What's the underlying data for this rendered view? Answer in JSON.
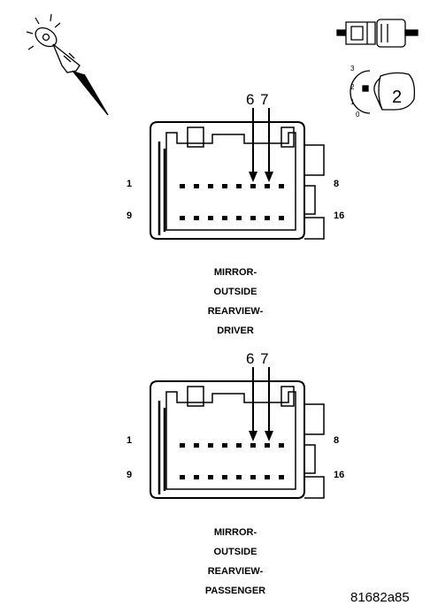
{
  "connector_driver": {
    "caption_lines": [
      "MIRROR-",
      "OUTSIDE",
      "REARVIEW-",
      "DRIVER"
    ],
    "arrow_pins": "6 7",
    "pin_labels": {
      "top_left": "1",
      "top_right": "8",
      "bottom_left": "9",
      "bottom_right": "16"
    }
  },
  "connector_passenger": {
    "caption_lines": [
      "MIRROR-",
      "OUTSIDE",
      "REARVIEW-",
      "PASSENGER"
    ],
    "arrow_pins": "6 7",
    "pin_labels": {
      "top_left": "1",
      "top_right": "8",
      "bottom_left": "9",
      "bottom_right": "16"
    }
  },
  "probe_symbol": {
    "number": "2",
    "scale_labels": [
      "3",
      "2",
      "1",
      "0"
    ]
  },
  "figure_id": "81682a85",
  "icons": [
    "test-probe-icon",
    "connector-plug-icon",
    "selector-dial-icon"
  ]
}
